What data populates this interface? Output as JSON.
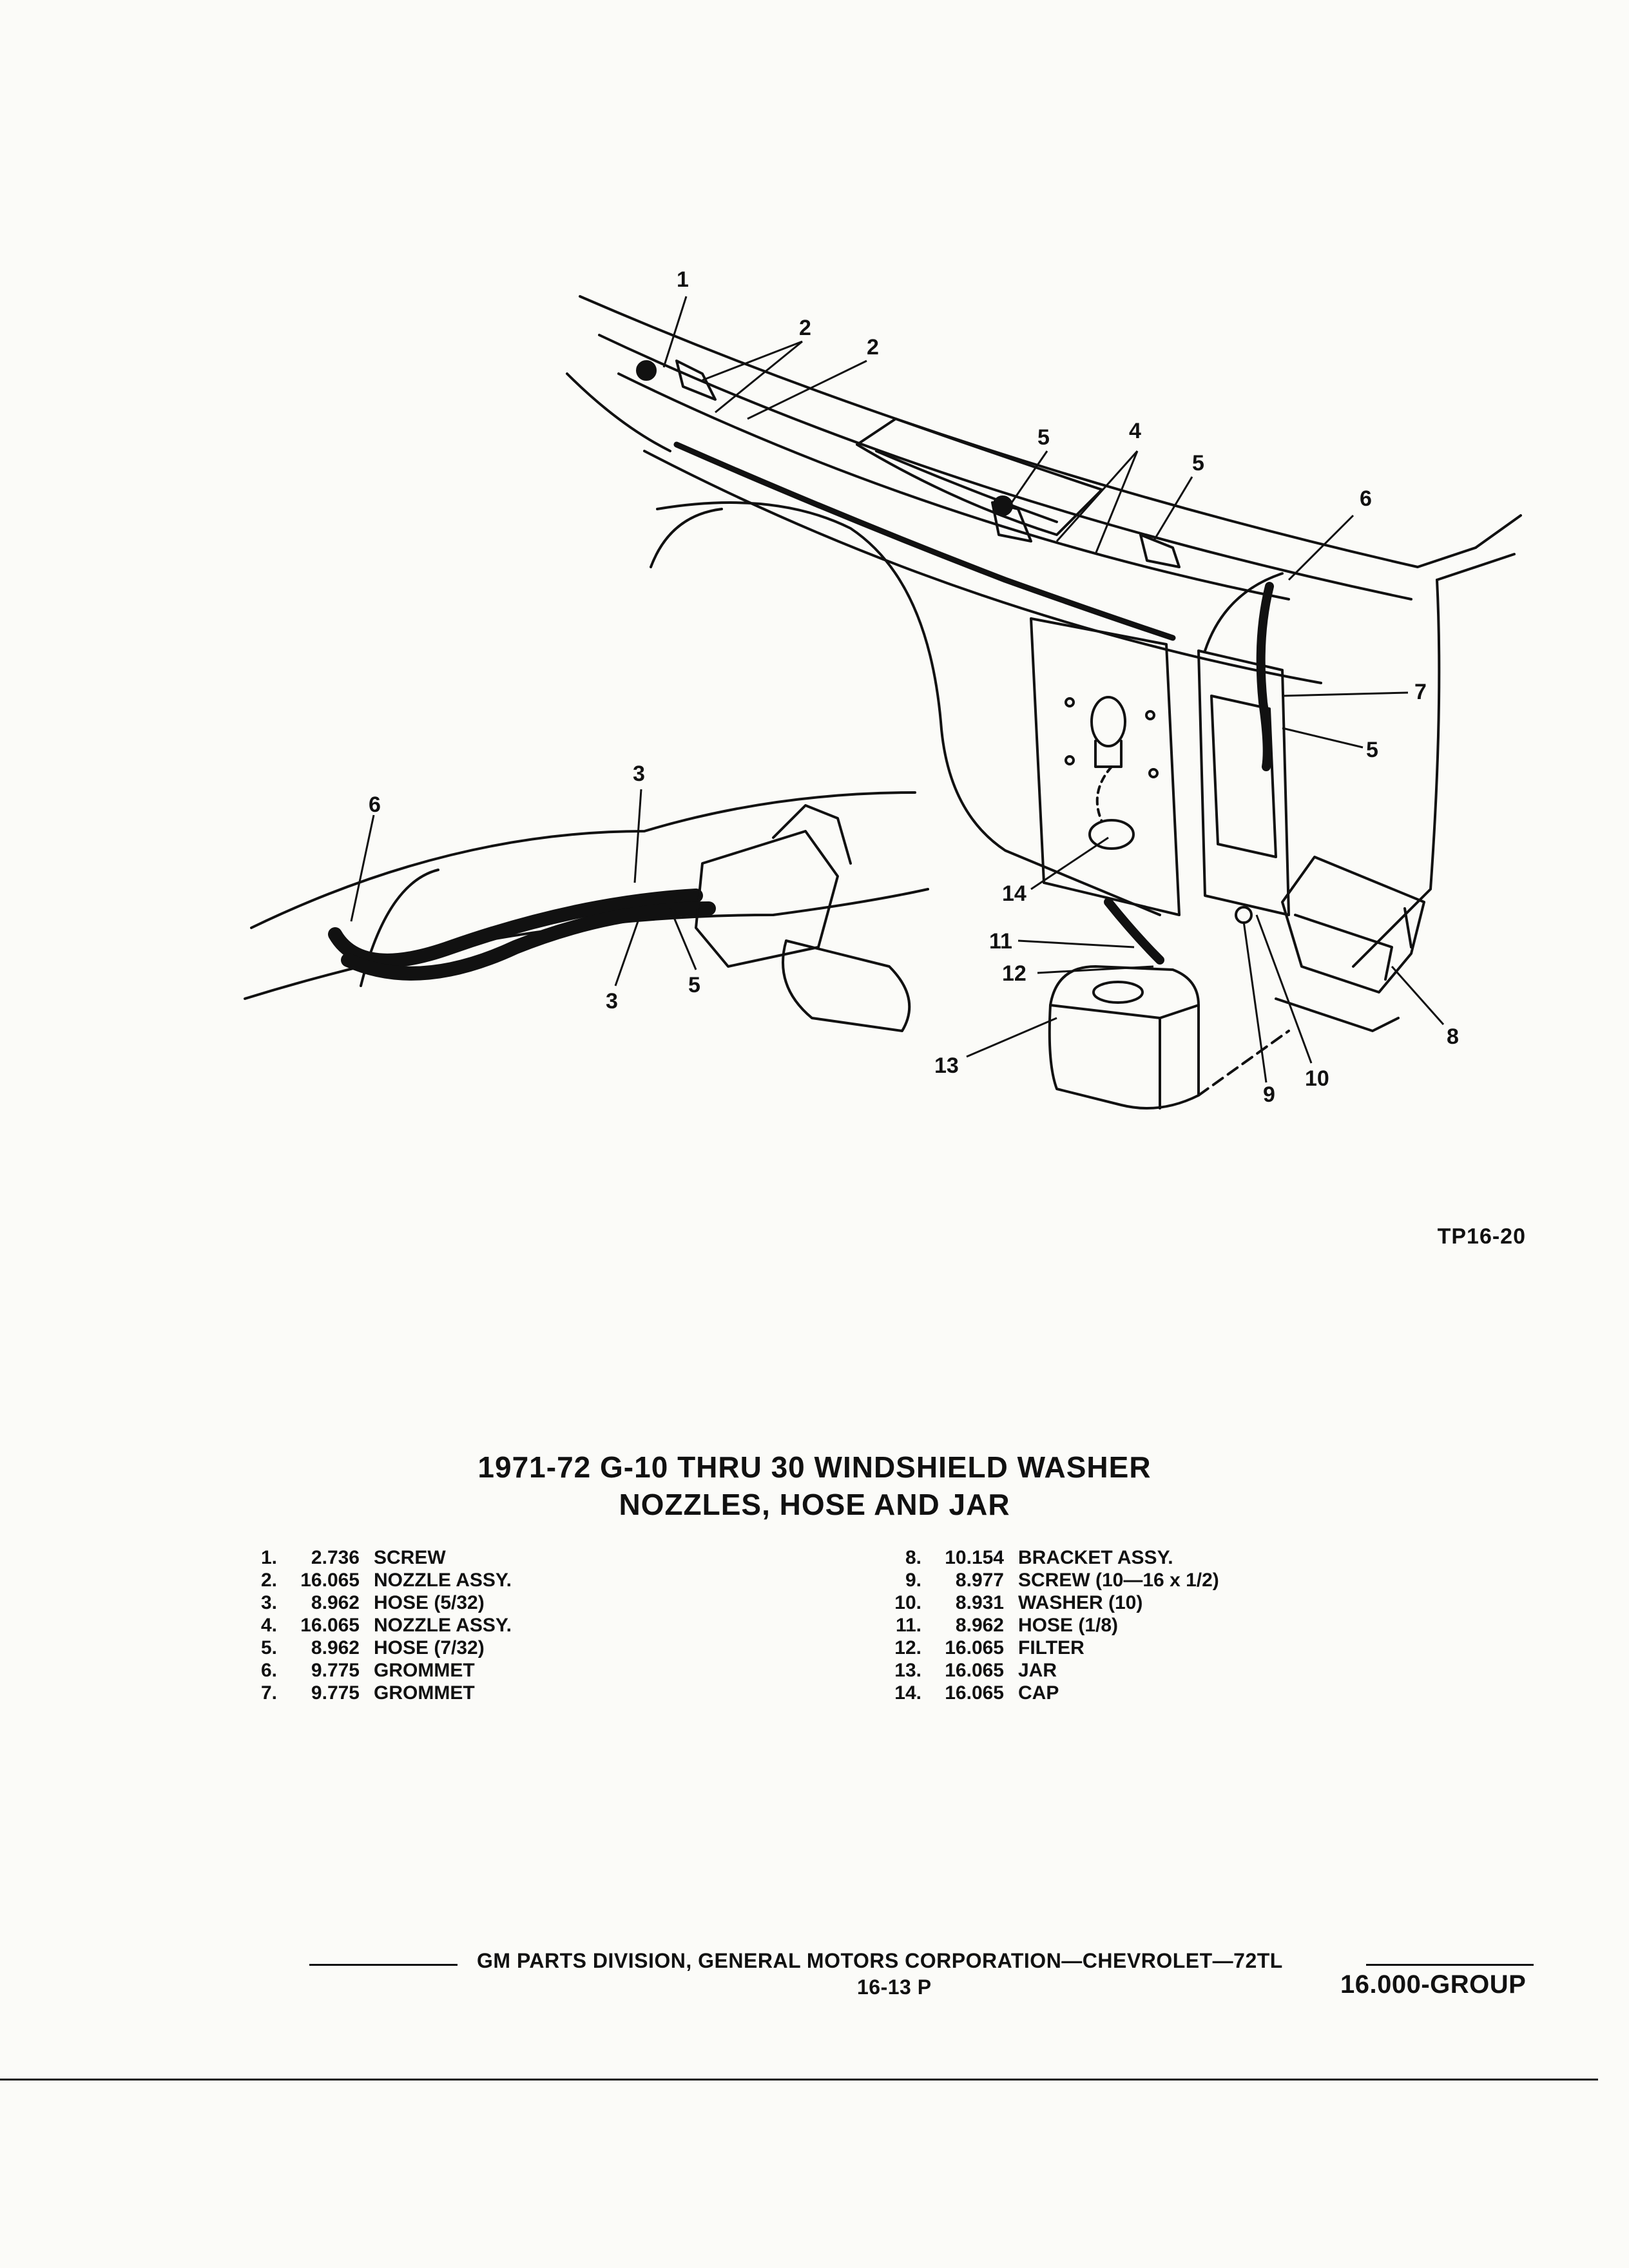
{
  "diagram": {
    "callouts": [
      "1",
      "2",
      "2",
      "3",
      "3",
      "4",
      "5",
      "5",
      "5",
      "5",
      "6",
      "6",
      "7",
      "8",
      "9",
      "10",
      "11",
      "12",
      "13",
      "14"
    ],
    "figure_ref": "TP16-20"
  },
  "title": {
    "line1": "1971-72  G-10 THRU 30 WINDSHIELD WASHER",
    "line2": "NOZZLES, HOSE AND JAR"
  },
  "parts_left": [
    {
      "num": "1.",
      "code": "2.736",
      "name": "SCREW"
    },
    {
      "num": "2.",
      "code": "16.065",
      "name": "NOZZLE ASSY."
    },
    {
      "num": "3.",
      "code": "8.962",
      "name": "HOSE (5/32)"
    },
    {
      "num": "4.",
      "code": "16.065",
      "name": "NOZZLE ASSY."
    },
    {
      "num": "5.",
      "code": "8.962",
      "name": "HOSE (7/32)"
    },
    {
      "num": "6.",
      "code": "9.775",
      "name": "GROMMET"
    },
    {
      "num": "7.",
      "code": "9.775",
      "name": "GROMMET"
    }
  ],
  "parts_right": [
    {
      "num": "8.",
      "code": "10.154",
      "name": "BRACKET ASSY."
    },
    {
      "num": "9.",
      "code": "8.977",
      "name": "SCREW (10—16 x 1/2)"
    },
    {
      "num": "10.",
      "code": "8.931",
      "name": "WASHER (10)"
    },
    {
      "num": "11.",
      "code": "8.962",
      "name": "HOSE (1/8)"
    },
    {
      "num": "12.",
      "code": "16.065",
      "name": "FILTER"
    },
    {
      "num": "13.",
      "code": "16.065",
      "name": "JAR"
    },
    {
      "num": "14.",
      "code": "16.065",
      "name": "CAP"
    }
  ],
  "footer": {
    "division": "GM PARTS DIVISION, GENERAL MOTORS CORPORATION—CHEVROLET—72TL",
    "page": "16-13 P",
    "group": "16.000-GROUP"
  }
}
